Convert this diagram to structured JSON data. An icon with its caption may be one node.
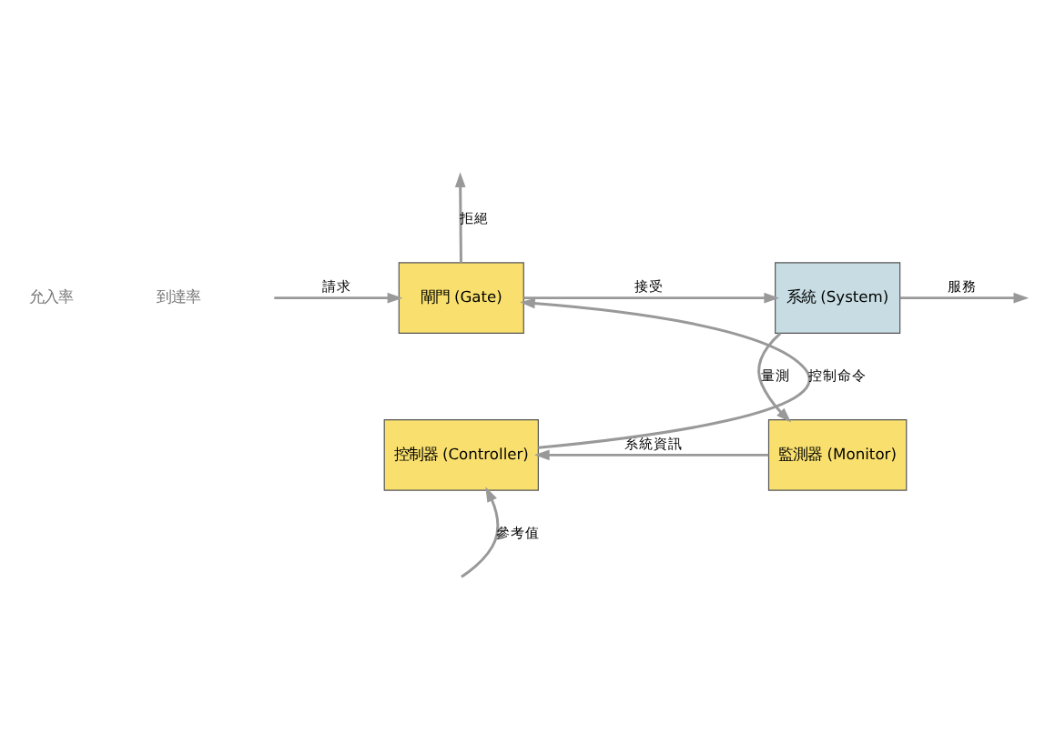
{
  "diagram": {
    "nodes": [
      {
        "text": [
          "閘門 (Gate)"
        ]
      },
      {
        "text": [
          "系統 (System)"
        ]
      },
      {
        "text": [
          "監測器 (Monitor)"
        ]
      },
      {
        "text": [
          "控制器 (Controller)"
        ]
      }
    ],
    "edges": [
      {
        "from": null,
        "to": 0,
        "arrow": "to",
        "label": "請求"
      },
      {
        "from": 0,
        "to": null,
        "arrow": "to",
        "label": "拒絕"
      },
      {
        "from": 0,
        "to": 1,
        "arrow": "to",
        "label": "接受"
      },
      {
        "from": 1,
        "to": null,
        "arrow": "to",
        "label": "服務"
      },
      {
        "from": 1,
        "to": 2,
        "arrow": "to",
        "label": "量測"
      },
      {
        "from": 2,
        "to": 3,
        "arrow": "to",
        "label": "系統資訊"
      },
      {
        "from": 3,
        "to": 0,
        "arrow": "to",
        "label": "控制命令"
      },
      {
        "from": null,
        "to": 3,
        "arrow": "to",
        "label": "參考值"
      }
    ],
    "labels": [
      "到達率",
      "允入率"
    ]
  }
}
